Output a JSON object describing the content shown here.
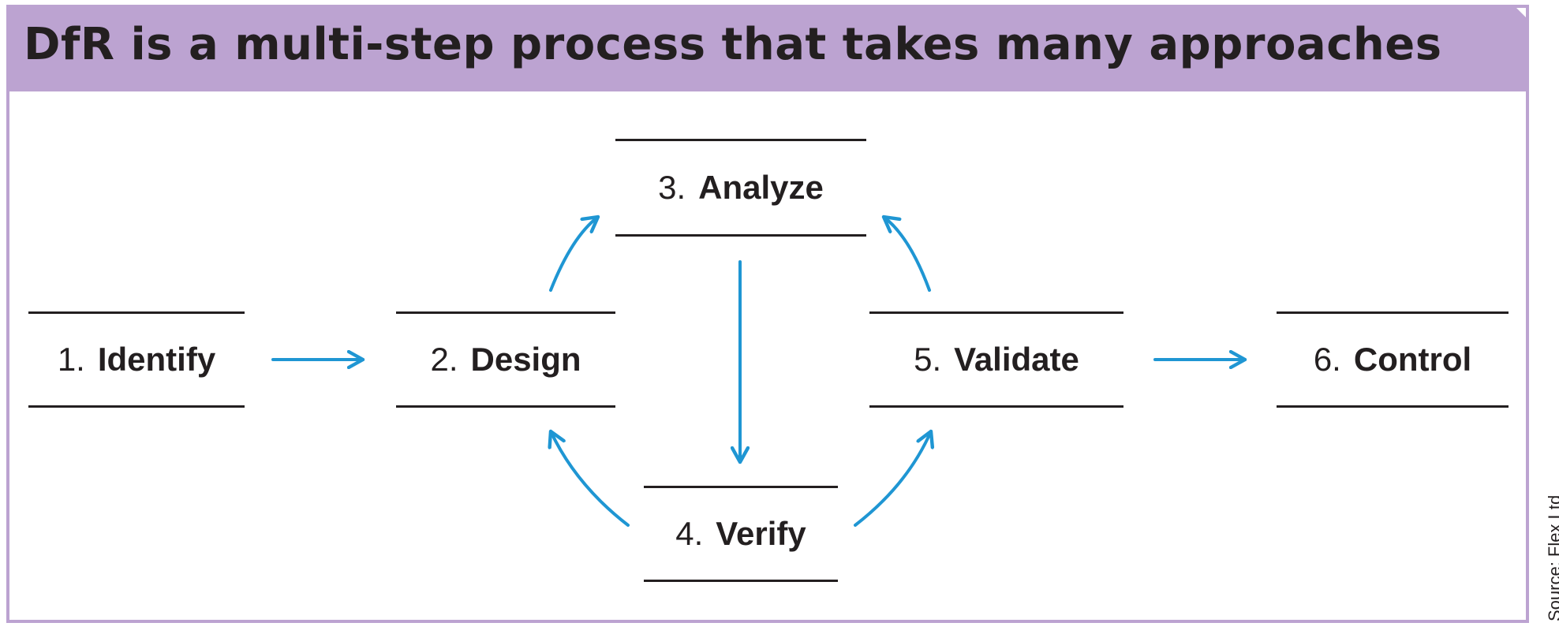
{
  "title": "DfR is a multi-step process that takes many approaches",
  "source": "Source: Flex Ltd",
  "colors": {
    "frame": "#bca3d1",
    "arrow": "#1f96d3",
    "text": "#231f20"
  },
  "steps": [
    {
      "number": "1.",
      "label": "Identify"
    },
    {
      "number": "2.",
      "label": "Design"
    },
    {
      "number": "3.",
      "label": "Analyze"
    },
    {
      "number": "4.",
      "label": "Verify"
    },
    {
      "number": "5.",
      "label": "Validate"
    },
    {
      "number": "6.",
      "label": "Control"
    }
  ],
  "connections": [
    {
      "from": "1.",
      "to": "2."
    },
    {
      "from": "2.",
      "to": "3."
    },
    {
      "from": "3.",
      "to": "4."
    },
    {
      "from": "4.",
      "to": "2."
    },
    {
      "from": "4.",
      "to": "5."
    },
    {
      "from": "5.",
      "to": "3."
    },
    {
      "from": "5.",
      "to": "6."
    }
  ]
}
